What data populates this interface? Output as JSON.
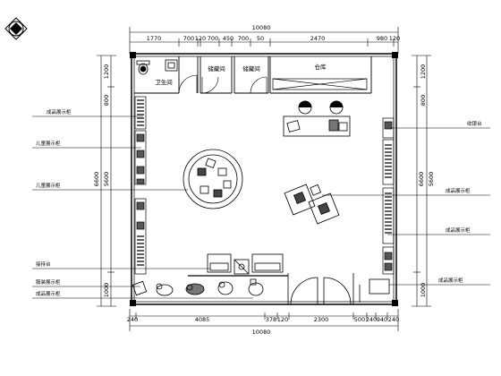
{
  "dimensions": {
    "top_total": "10080",
    "top_segments": [
      "1770",
      "700",
      "120",
      "700",
      "450",
      "700",
      "50",
      "2470",
      "980",
      "120"
    ],
    "bottom_total": "10080",
    "bottom_segments": [
      "240",
      "4085",
      "378",
      "120",
      "2300",
      "500",
      "240",
      "940",
      "240"
    ],
    "left": [
      "1200",
      "800",
      "5600",
      "6600",
      "1000"
    ],
    "right": [
      "1200",
      "800",
      "5600",
      "6600",
      "1000"
    ]
  },
  "rooms": {
    "wc": "卫生间",
    "storage1": "储藏间",
    "storage2": "储藏间",
    "warehouse": "仓库"
  },
  "callouts": {
    "left": [
      "成品展示柜",
      "儿童展示柜",
      "儿童展示柜",
      "接待台",
      "服装展示柜",
      "成品展示柜"
    ],
    "right": [
      "收银台",
      "成品展示柜",
      "成品展示柜",
      "成品展示柜"
    ]
  }
}
